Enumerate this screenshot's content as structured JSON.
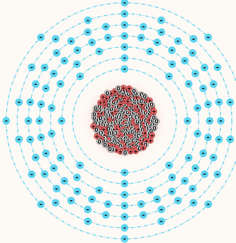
{
  "atom": {
    "shells": [
      {
        "electrons": 2
      },
      {
        "electrons": 8
      },
      {
        "electrons": 18
      },
      {
        "electrons": 32
      },
      {
        "electrons": 32
      },
      {
        "electrons": 18
      },
      {
        "electrons": 8
      }
    ],
    "electron_label": "-",
    "protons": 118,
    "neutrons": 176,
    "proton_label": "+",
    "neutron_label": "0",
    "colors": {
      "background": "#fdf9f5",
      "shell": "#5ed3ee",
      "electron": "#5ed3ee",
      "nucleus_glow": "#f9cfc0",
      "proton": "#e86a6a",
      "neutron": "#f0f0f0"
    }
  }
}
